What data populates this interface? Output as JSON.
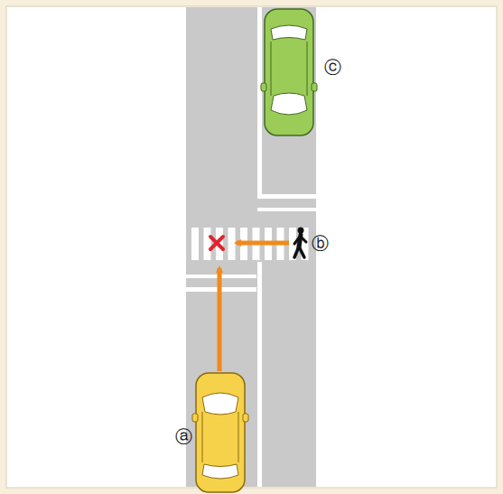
{
  "diagram": {
    "labels": [
      "ⓒ",
      "ⓑ",
      "ⓐ"
    ]
  }
}
